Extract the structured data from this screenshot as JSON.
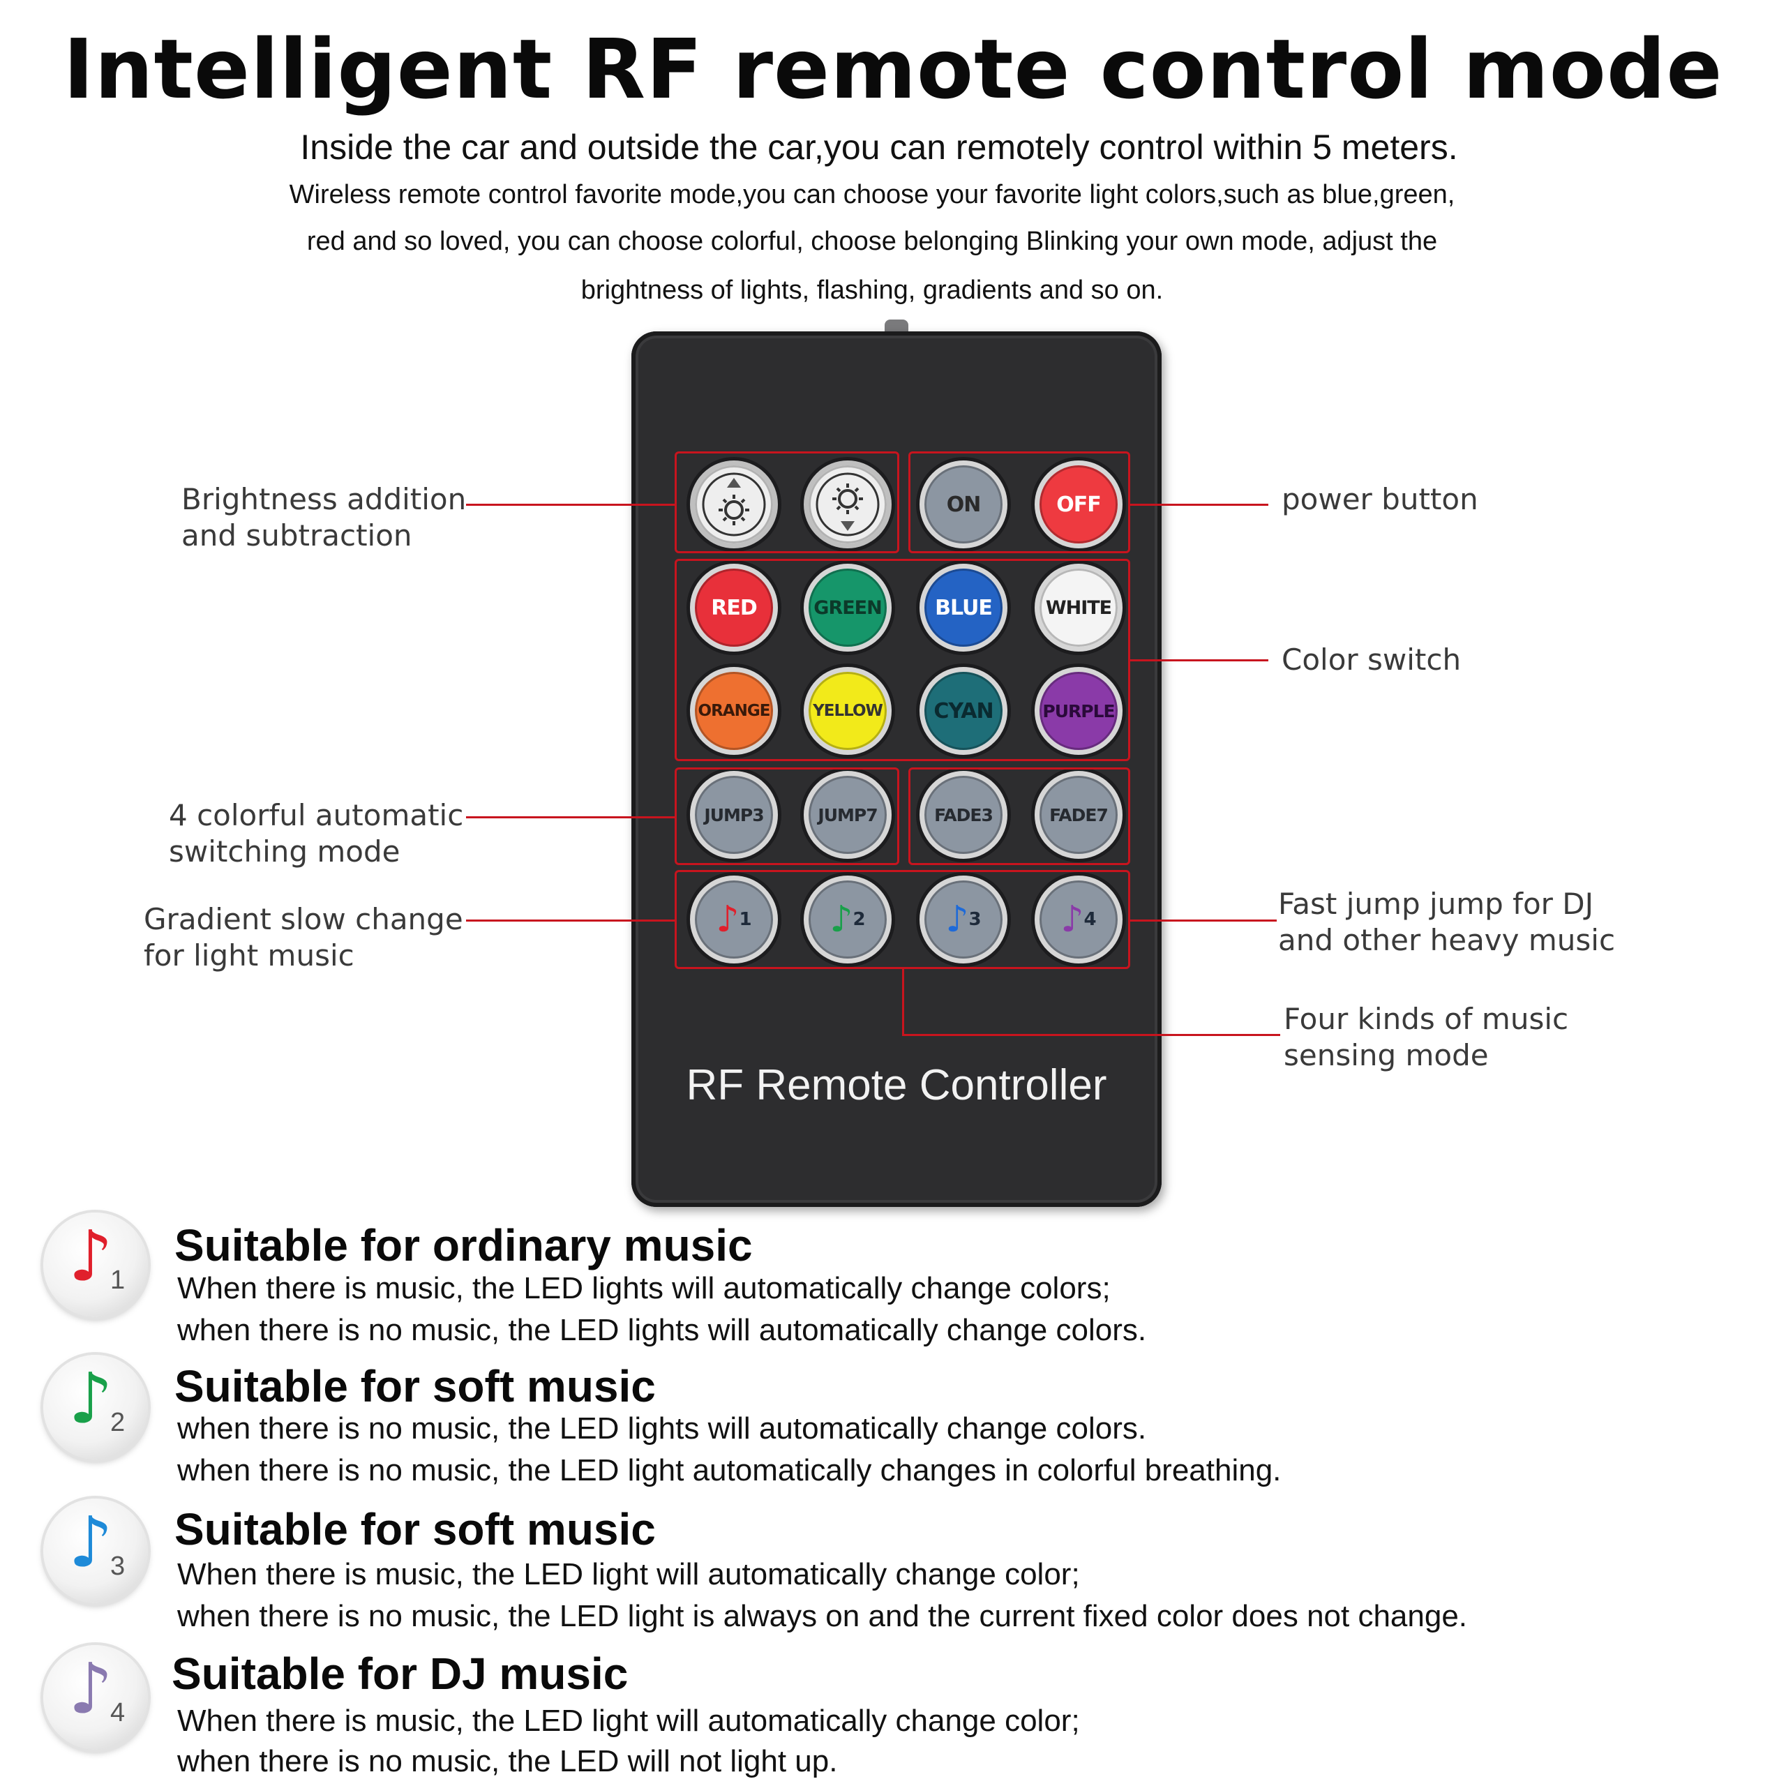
{
  "header": {
    "title": "Intelligent RF remote control mode",
    "subtitle": "Inside the car and outside the car,you can remotely control within 5 meters.",
    "description_lines": [
      "Wireless remote control favorite mode,you can choose your favorite light colors,such as blue,green,",
      "red and so loved, you can choose colorful, choose belonging Blinking your own mode, adjust the",
      "brightness of lights, flashing, gradients and so on."
    ]
  },
  "remote": {
    "label": "RF Remote Controller",
    "buttons": {
      "on": "ON",
      "off": "OFF",
      "red": "RED",
      "green": "GREEN",
      "blue": "BLUE",
      "white": "WHITE",
      "orange": "ORANGE",
      "yellow": "YELLOW",
      "cyan": "CYAN",
      "purple": "PURPLE",
      "jump3": "JUMP3",
      "jump7": "JUMP7",
      "fade3": "FADE3",
      "fade7": "FADE7",
      "music1": "1",
      "music2": "2",
      "music3": "3",
      "music4": "4"
    },
    "colors": {
      "red": "#e8303a",
      "green": "#16966a",
      "blue": "#2463c4",
      "white": "#f4f4f4",
      "orange": "#ee7030",
      "yellow": "#f2ea1a",
      "cyan": "#1e6e78",
      "purple": "#8a3aa8",
      "gray": "#8c96a2",
      "off": "#ee3a40"
    }
  },
  "callouts": {
    "brightness": [
      "Brightness addition",
      "and subtraction"
    ],
    "power": "power button",
    "color_switch": "Color switch",
    "auto_mode": [
      "4 colorful automatic",
      "switching mode"
    ],
    "gradient": [
      "Gradient slow change",
      "for light music"
    ],
    "fast_jump": [
      "Fast jump jump for DJ",
      "and other heavy music"
    ],
    "music_sensing": [
      "Four kinds of music",
      "sensing mode"
    ]
  },
  "modes": [
    {
      "number": "1",
      "note_color": "#e0202c",
      "title": "Suitable for ordinary music",
      "lines": [
        "When there is music, the LED lights will automatically change colors;",
        "when there is no music, the LED lights will automatically change colors."
      ]
    },
    {
      "number": "2",
      "note_color": "#19a04a",
      "title": "Suitable for soft music",
      "lines": [
        "when there is no music, the LED lights will automatically change colors.",
        "when there is no music, the LED light automatically changes in colorful breathing."
      ]
    },
    {
      "number": "3",
      "note_color": "#1e8ad8",
      "title": "Suitable for soft music",
      "lines": [
        "When there is music, the LED light will automatically change color;",
        "when there is no music, the LED light is always on and the current fixed color does not change."
      ]
    },
    {
      "number": "4",
      "note_color": "#8a7ab0",
      "title": "Suitable for DJ music",
      "lines": [
        "When there is music, the LED light will automatically change color;",
        "when there is no music, the LED will not light up."
      ]
    }
  ]
}
